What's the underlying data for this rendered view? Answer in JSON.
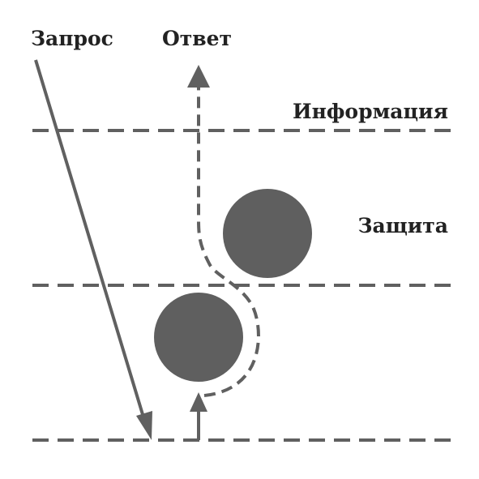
{
  "labels": {
    "request": "Запрос",
    "response": "Ответ",
    "information": "Информация",
    "protection": "Защита"
  },
  "colors": {
    "line": "#606060",
    "circle": "#5f5f5f",
    "text": "#222222"
  }
}
